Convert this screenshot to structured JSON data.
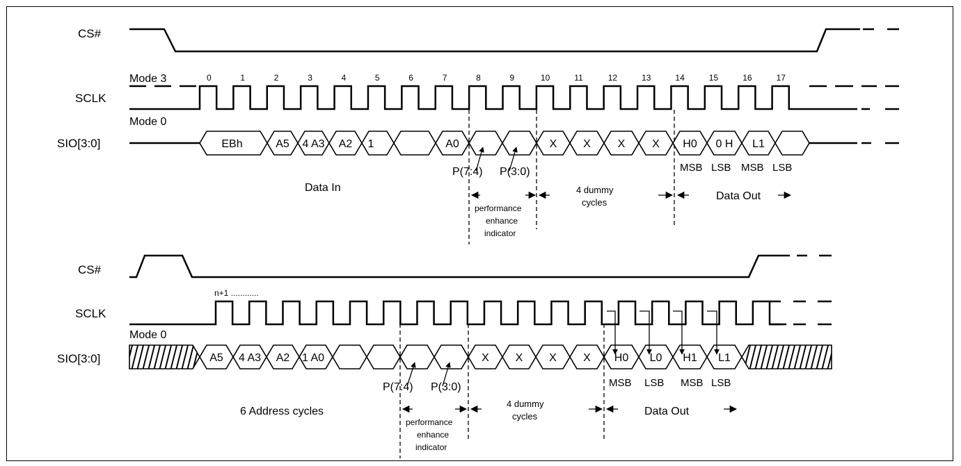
{
  "diagram": {
    "top": {
      "signals": {
        "cs": "CS#",
        "sclk": "SCLK",
        "sio": "SIO[3:0]"
      },
      "modes": {
        "mode3": "Mode 3",
        "mode0": "Mode 0"
      },
      "clock_numbers": [
        "0",
        "1",
        "2",
        "3",
        "4",
        "5",
        "6",
        "7",
        "8",
        "9",
        "10",
        "11",
        "12",
        "13",
        "14",
        "15",
        "16",
        "17"
      ],
      "sio_cells": [
        "EBh",
        "A5",
        "4 A3",
        "A2",
        "1",
        "",
        "A0",
        "",
        "",
        "X",
        "X",
        "X",
        "X",
        "H0",
        "0 H",
        "L1",
        ""
      ],
      "pointer_labels": [
        "P(7:4)",
        "P(3:0)"
      ],
      "bit_labels": [
        "MSB",
        "LSB",
        "MSB",
        "LSB"
      ],
      "annotations": {
        "data_in": "Data In",
        "dummy_line1": "4 dummy",
        "dummy_line2": "cycles",
        "data_out": "Data Out",
        "perf_line1": "performance",
        "perf_line2": "enhance",
        "perf_line3": "indicator"
      }
    },
    "bottom": {
      "signals": {
        "cs": "CS#",
        "sclk": "SCLK",
        "sio": "SIO[3:0]"
      },
      "modes": {
        "mode0": "Mode 0"
      },
      "clock_label": "n+1 ............",
      "sio_cells": [
        "A5",
        "4 A3",
        "A2",
        "1 A0",
        "",
        "",
        "",
        "",
        "X",
        "X",
        "X",
        "X",
        "H0",
        "L0",
        "H1",
        "L1"
      ],
      "pointer_labels": [
        "P(7:4)",
        "P(3:0)"
      ],
      "bit_labels": [
        "MSB",
        "LSB",
        "MSB",
        "LSB"
      ],
      "annotations": {
        "address_cycles": "6 Address cycles",
        "dummy_line1": "4 dummy",
        "dummy_line2": "cycles",
        "data_out": "Data Out",
        "perf_line1": "performance",
        "perf_line2": "enhance",
        "perf_line3": "indicator"
      }
    }
  }
}
